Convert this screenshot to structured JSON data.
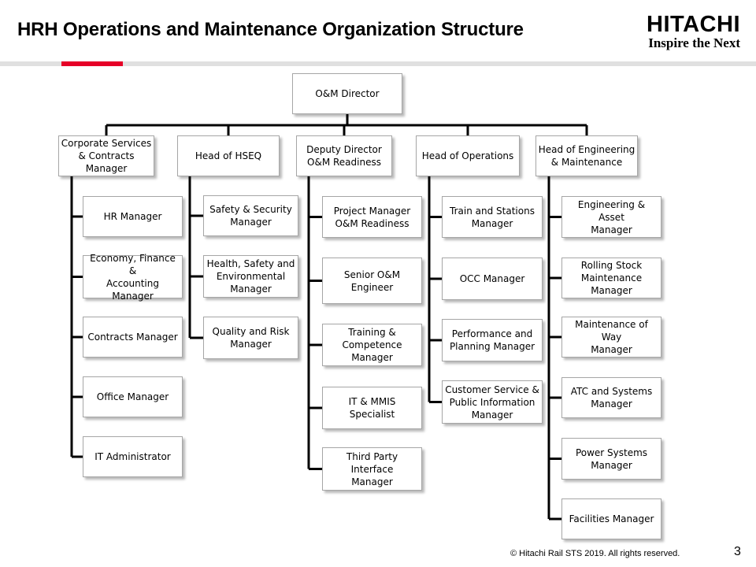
{
  "header": {
    "title": "HRH Operations and Maintenance Organization Structure",
    "logo_name": "HITACHI",
    "logo_tagline": "Inspire the Next",
    "accent_color": "#e60027"
  },
  "org_chart": {
    "root": "O&M Director",
    "columns": [
      {
        "head": "Corporate Services\n& Contracts\nManager",
        "reports": [
          "HR Manager",
          "Economy, Finance &\nAccounting Manager",
          "Contracts Manager",
          "Office Manager",
          "IT Administrator"
        ]
      },
      {
        "head": "Head of HSEQ",
        "reports": [
          "Safety & Security\nManager",
          "Health, Safety and\nEnvironmental\nManager",
          "Quality and Risk\nManager"
        ]
      },
      {
        "head": "Deputy Director\nO&M Readiness",
        "reports": [
          "Project Manager\nO&M Readiness",
          "Senior O&M\nEngineer",
          "Training &\nCompetence\nManager",
          "IT & MMIS Specialist",
          "Third Party Interface\nManager"
        ]
      },
      {
        "head": "Head of Operations",
        "reports": [
          "Train and Stations\nManager",
          "OCC Manager",
          "Performance and\nPlanning  Manager",
          "Customer Service &\nPublic Information\nManager"
        ]
      },
      {
        "head": "Head of Engineering\n& Maintenance",
        "reports": [
          "Engineering & Asset\nManager",
          "Rolling Stock\nMaintenance\nManager",
          "Maintenance of Way\nManager",
          "ATC and Systems\nManager",
          "Power Systems\nManager",
          "Facilities Manager"
        ]
      }
    ]
  },
  "footer": {
    "copyright": "© Hitachi Rail STS 2019. All rights reserved.",
    "page_number": "3"
  }
}
